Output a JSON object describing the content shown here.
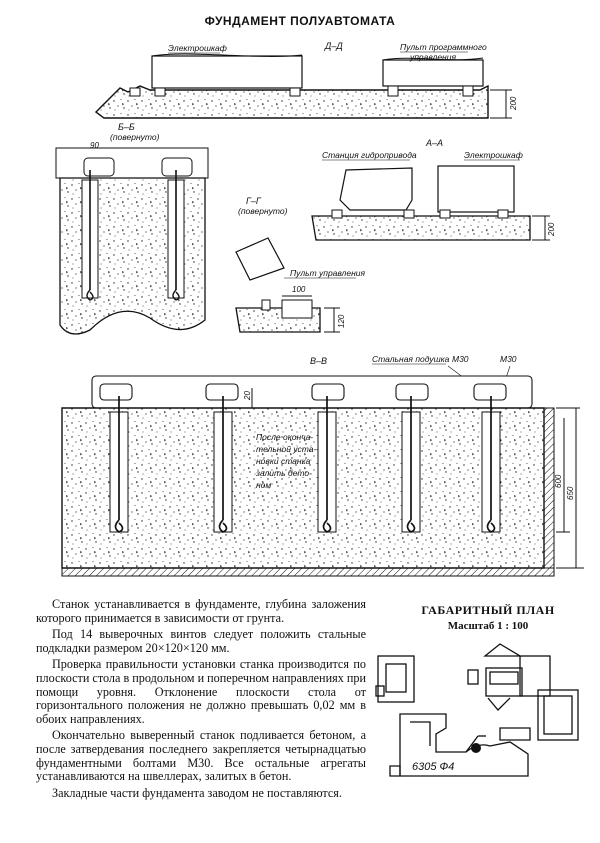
{
  "title": "ФУНДАМЕНТ ПОЛУАВТОМАТА",
  "sections": {
    "dd": {
      "label": "Д–Д",
      "cabinet": "Электрошкаф",
      "panel": "Пульт программного управления",
      "dim": "200"
    },
    "bb": {
      "label": "Б–Б",
      "note": "(повернуто)",
      "dim": "90"
    },
    "aa": {
      "label": "А–А",
      "station": "Станция гидропривода",
      "cabinet": "Электрошкаф",
      "dim": "200"
    },
    "gg": {
      "label": "Г–Г",
      "note": "(повернуто)",
      "panel": "Пульт управления",
      "dim_w": "100",
      "dim_h": "120"
    },
    "vv": {
      "label": "В–В",
      "pad": "Стальная подушка",
      "bolt1": "М30",
      "bolt2": "М30",
      "dim_top": "20",
      "dim_a": "600",
      "dim_b": "650",
      "note": [
        "После оконча-",
        "тельной уста-",
        "новки станка",
        "залить бето-",
        "ном"
      ]
    }
  },
  "body": {
    "p1": "Станок устанавливается в фундаменте, глубина заложения которого принимается в зависимости от грунта.",
    "p2": "Под 14 выверочных винтов следует положить стальные подкладки размером 20×120×120 мм.",
    "p3": "Проверка правильности установки станка производится по плоскости стола в продольном и поперечном направлениях при помощи уровня. Отклонение плоскости стола от горизонтального положения не должно превышать 0,02 мм в обоих направлениях.",
    "p4": "Окончательно выверенный станок подливается бетоном, а после затвердевания последнего закрепляется четырнадцатью фундаментными болтами М30. Все остальные агрегаты устанавливаются на швеллерах, залитых в бетон.",
    "p5": "Закладные части фундамента заводом не поставляются."
  },
  "plan": {
    "title": "ГАБАРИТНЫЙ ПЛАН",
    "scale": "Масштаб 1 : 100",
    "model": "6305 Ф4"
  }
}
